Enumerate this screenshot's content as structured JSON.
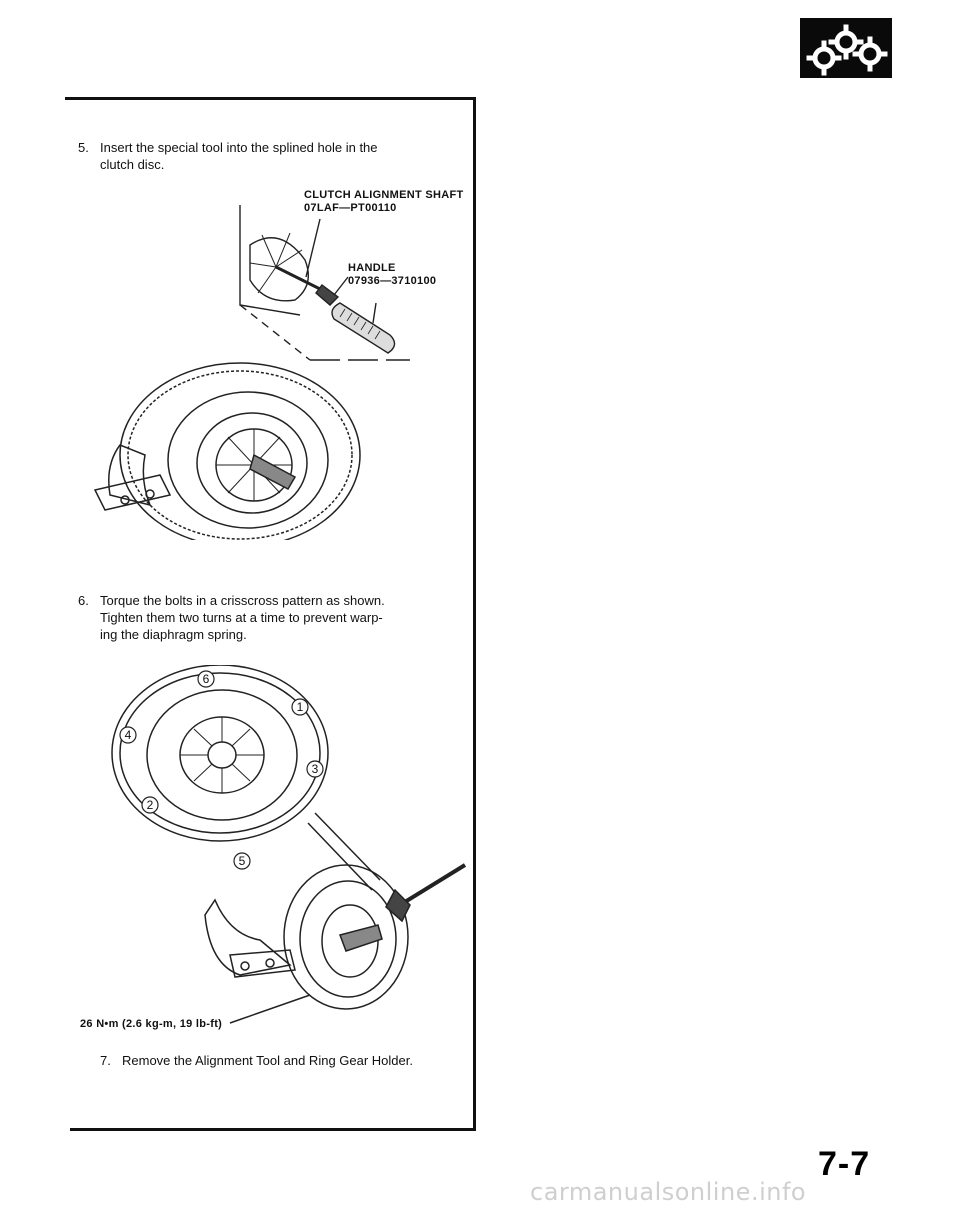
{
  "steps": [
    {
      "number": "5.",
      "text_line1": "Insert the special tool into the splined hole in the",
      "text_line2": "clutch disc."
    },
    {
      "number": "6.",
      "text_line1": "Torque the bolts in a crisscross pattern as shown.",
      "text_line2": "Tighten them two turns at a time to prevent warp-",
      "text_line3": "ing the diaphragm spring."
    },
    {
      "number": "7.",
      "text_line1": "Remove the Alignment Tool and Ring Gear Holder."
    }
  ],
  "labels": {
    "alignment_shaft_name": "CLUTCH ALIGNMENT SHAFT",
    "alignment_shaft_part": "07LAF—PT00110",
    "handle_name": "HANDLE",
    "handle_part": "07936—3710100",
    "torque_spec": "26 N•m (2.6 kg-m, 19 lb-ft)"
  },
  "bolt_sequence": [
    "1",
    "2",
    "3",
    "4",
    "5",
    "6"
  ],
  "page_number": "7-7",
  "watermark": "carmanualsonline.info",
  "icons": [
    "gear-icon"
  ]
}
